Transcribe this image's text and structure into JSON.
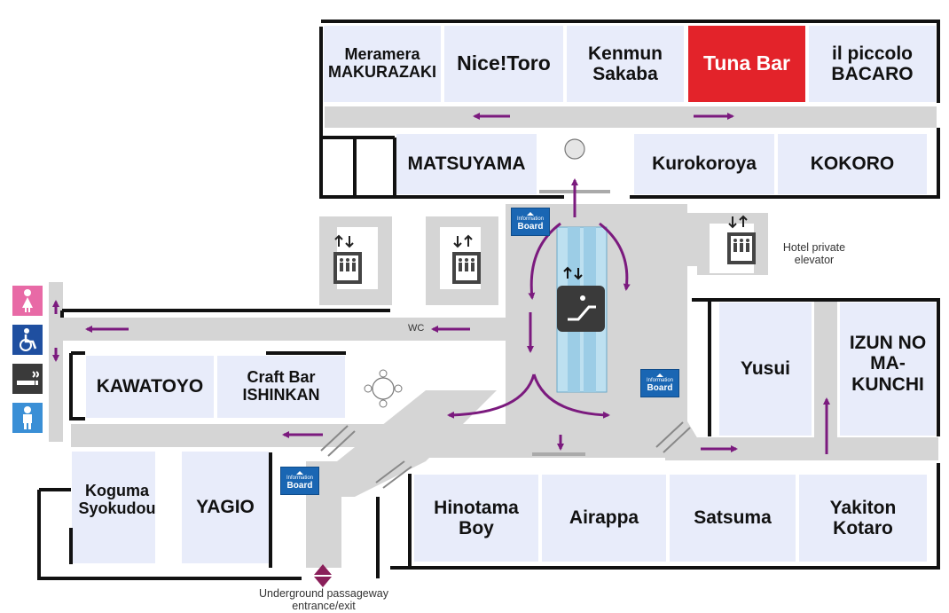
{
  "stores": {
    "meramera": "Meramera\nMAKURAZAKI",
    "nicetoro": "Nice!Toro",
    "kenmun": "Kenmun\nSakaba",
    "tunabar": "Tuna Bar",
    "piccolo": "il piccolo\nBACARO",
    "matsuyama": "MATSUYAMA",
    "kurokoroya": "Kurokoroya",
    "kokoro": "KOKORO",
    "yusui": "Yusui",
    "izun": "IZUN NO\nMA-KUNCHI",
    "kawatoyo": "KAWATOYO",
    "craftbar": "Craft Bar\nISHINKAN",
    "koguma": "Koguma\nSyokudou",
    "yagio": "YAGIO",
    "hinotama": "Hinotama\nBoy",
    "airappa": "Airappa",
    "satsuma": "Satsuma",
    "yakiton": "Yakiton\nKotaro"
  },
  "labels": {
    "wc": "WC",
    "hotel_elevator": "Hotel private\nelevator",
    "underground": "Underground passageway\nentrance/exit",
    "info_top": "Information",
    "info_bottom": "Board"
  },
  "amenities": [
    "female-restroom-icon",
    "accessible-restroom-icon",
    "smoking-area-icon",
    "male-restroom-icon"
  ],
  "colors": {
    "shop_fill": "#e8ecfa",
    "highlight": "#e3232a",
    "corridor": "#d5d5d5",
    "arrow": "#7b1a7e",
    "info_board": "#1a66b3"
  }
}
